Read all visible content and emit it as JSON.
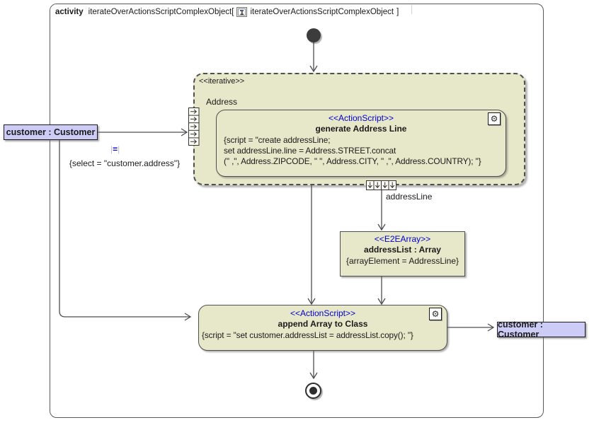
{
  "header": {
    "keyword": "activity",
    "activity_name_bracket": "iterateOverActionsScriptComplexObject[",
    "diagram_name": "iterateOverActionsScriptComplexObject",
    "close_bracket": "]"
  },
  "region": {
    "stereotype": "<<iterative>>",
    "element_label": "Address",
    "input_expansion_cells": 5,
    "output_expansion_cells": 4
  },
  "generate_action": {
    "stereotype": "<<ActionScript>>",
    "name": "generate Address Line",
    "script_lines": [
      "{script = \"create addressLine;",
      "set addressLine.line = Address.STREET.concat",
      "(\" ,\", Address.ZIPCODE, \" \", Address.CITY, \" ,\", Address.COUNTRY); \"}"
    ]
  },
  "array_node": {
    "stereotype": "<<E2EArray>>",
    "name": "addressList : Array",
    "constraint": "{arrayElement = AddressLine}"
  },
  "append_action": {
    "stereotype": "<<ActionScript>>",
    "name": "append Array to Class",
    "script": "{script = \"set customer.addressList = addressList.copy(); \"}"
  },
  "params": {
    "left": "customer : Customer",
    "right": "customer : Customer"
  },
  "edges": {
    "addressline_label": "addressLine",
    "select_constraint": "{select = \"customer.address\"}",
    "transform_equals": "="
  },
  "icons": {
    "action_behavior_gear": "⚙"
  },
  "colors": {
    "node_fill_beige": "#e7e7c9",
    "param_fill_lavender": "#ccccf6",
    "stereotype_blue": "#0000cc",
    "line_gray": "#4f4f4f",
    "background": "#ffffff"
  }
}
